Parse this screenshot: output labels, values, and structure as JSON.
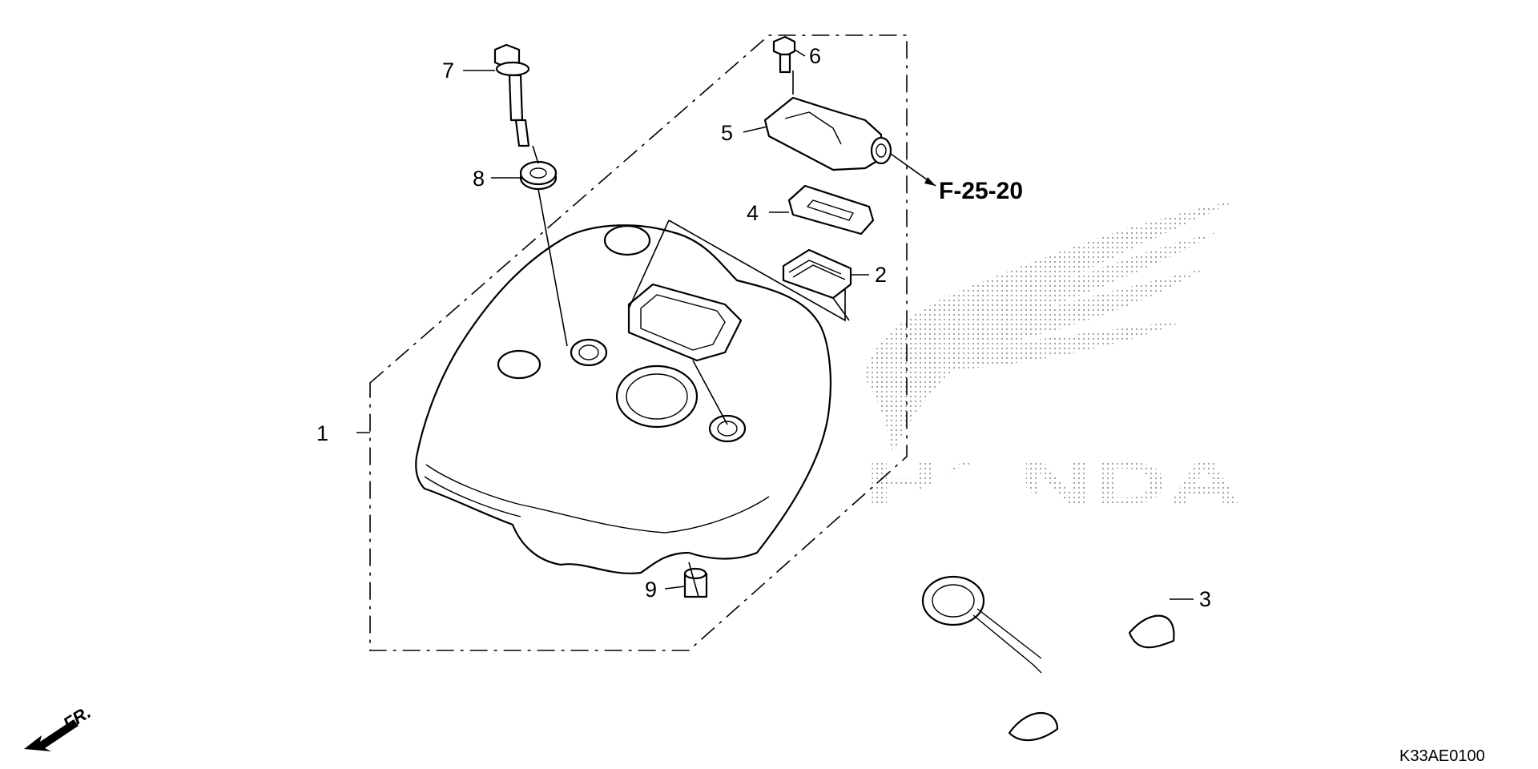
{
  "callouts": [
    "1",
    "2",
    "3",
    "4",
    "5",
    "6",
    "7",
    "8",
    "9"
  ],
  "reference": "F-25-20",
  "diagram_code": "K33AE0100",
  "front_label": "FR.",
  "watermark_text": "HONDA",
  "colors": {
    "ink": "#000000",
    "background": "#ffffff",
    "watermark": "#9a9a9a"
  }
}
